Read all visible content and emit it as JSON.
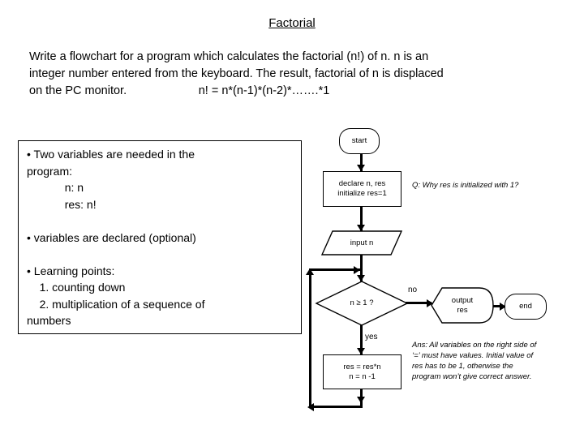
{
  "slide": {
    "title": "Factorial",
    "intro": "Write a flowchart for a program which calculates the factorial (n!) of n. n is an\ninteger number entered from the keyboard. The result, factorial of n is displaced\non the PC monitor.                      n! = n*(n-1)*(n-2)*…….*1"
  },
  "notes": {
    "text": "• Two variables are needed in the\nprogram:\n            n: n\n            res: n!\n\n• variables are declared (optional)\n\n• Learning points:\n    1. counting down\n    2. multiplication of a sequence of\nnumbers"
  },
  "flowchart": {
    "nodes": [
      {
        "id": "start",
        "shape": "terminator",
        "label": "start"
      },
      {
        "id": "declare",
        "shape": "process",
        "label": "declare n, res\ninitialize res=1"
      },
      {
        "id": "input",
        "shape": "data",
        "label": "input n"
      },
      {
        "id": "decision",
        "shape": "decision",
        "label": "n ≥ 1 ?"
      },
      {
        "id": "output",
        "shape": "display",
        "label": "output\nres"
      },
      {
        "id": "end",
        "shape": "terminator",
        "label": "end"
      },
      {
        "id": "body",
        "shape": "process",
        "label": "res = res*n\nn = n -1"
      }
    ],
    "edge_labels": {
      "no": "no",
      "yes": "yes"
    }
  },
  "annotations": {
    "question": "Q: Why res is initialized with 1?",
    "answer": "Ans: All variables on the right side of\n‘=’ must have values. Initial value of\nres has to be 1, otherwise the\nprogram won’t give correct answer."
  },
  "colors": {
    "ink": "#000000",
    "paper": "#ffffff"
  }
}
